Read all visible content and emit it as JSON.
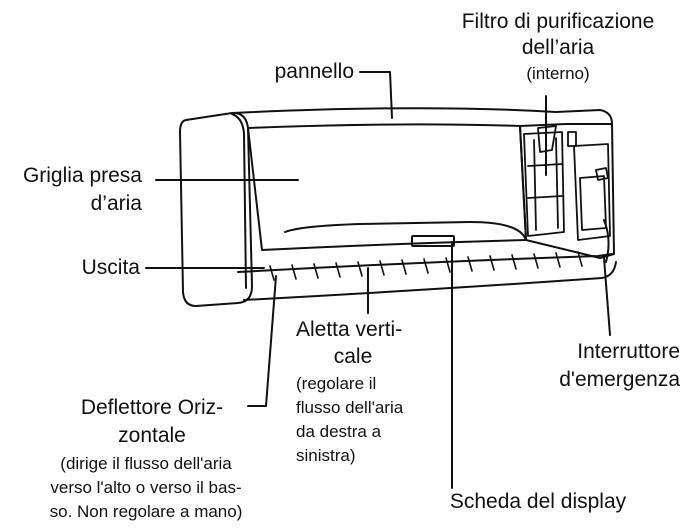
{
  "labels": {
    "pannello": "pannello",
    "filtro_title_1": "Filtro di purificazione",
    "filtro_title_2": "dell’aria",
    "filtro_sub": "(interno)",
    "griglia_1": "Griglia presa",
    "griglia_2": "d’aria",
    "uscita": "Uscita",
    "aletta_1": "Aletta verti-",
    "aletta_2": "cale",
    "aletta_sub_1": "(regolare il",
    "aletta_sub_2": "flusso dell'aria",
    "aletta_sub_3": "da destra a",
    "aletta_sub_4": "sinistra)",
    "interruttore_1": "Interruttore",
    "interruttore_2": "d'emergenza",
    "deflettore_1": "Deflettore Oriz-",
    "deflettore_2": "zontale",
    "deflettore_sub_1": "(dirige il flusso dell'aria",
    "deflettore_sub_2": "verso l'alto o verso il bas-",
    "deflettore_sub_3": "so. Non regolare a mano)",
    "scheda": "Scheda del display"
  },
  "colors": {
    "line": "#111111",
    "unit_fill": "#ffffff",
    "panel_shade": "#f3f3f3"
  }
}
